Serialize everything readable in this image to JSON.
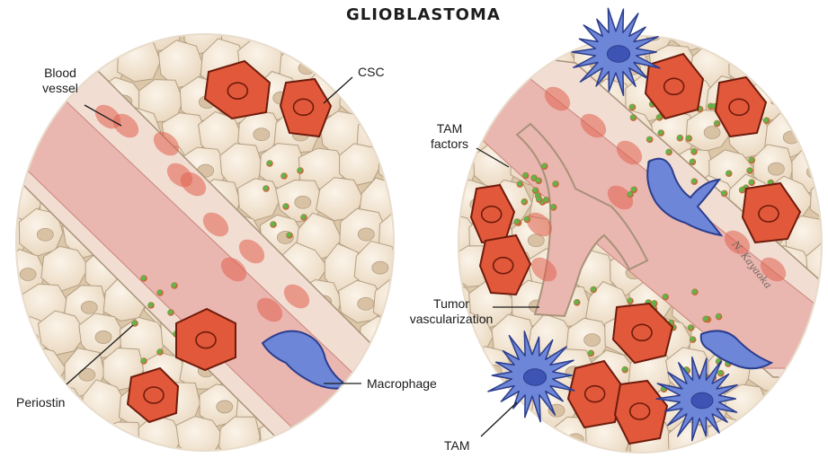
{
  "title": "GLIOBLASTOMA",
  "labels": {
    "blood_vessel_line1": "Blood",
    "blood_vessel_line2": "vessel",
    "csc": "CSC",
    "periostin": "Periostin",
    "macrophage": "Macrophage",
    "tam_factors_line1": "TAM",
    "tam_factors_line2": "factors",
    "tumor_vasc_line1": "Tumor",
    "tumor_vasc_line2": "vascularization",
    "tam": "TAM"
  },
  "signature": "N. Kayaoka",
  "icons": [
    "blood-vessel",
    "tumor-cell",
    "cancer-stem-cell",
    "periostin-granule",
    "macrophage-cell",
    "tumor-associated-macrophage"
  ],
  "colors": {
    "cell_fill": "#f0e3cf",
    "cell_outline": "#b39f84",
    "csc_fill": "#e2583a",
    "csc_outline": "#6f1b0c",
    "vessel_fill": "#eab6b0",
    "rbc": "#e0614f",
    "granule_green": "#63b34a",
    "granule_rim": "#c56a3a",
    "macrophage_fill": "#6d86d8",
    "macrophage_outline": "#2b3d8d"
  }
}
